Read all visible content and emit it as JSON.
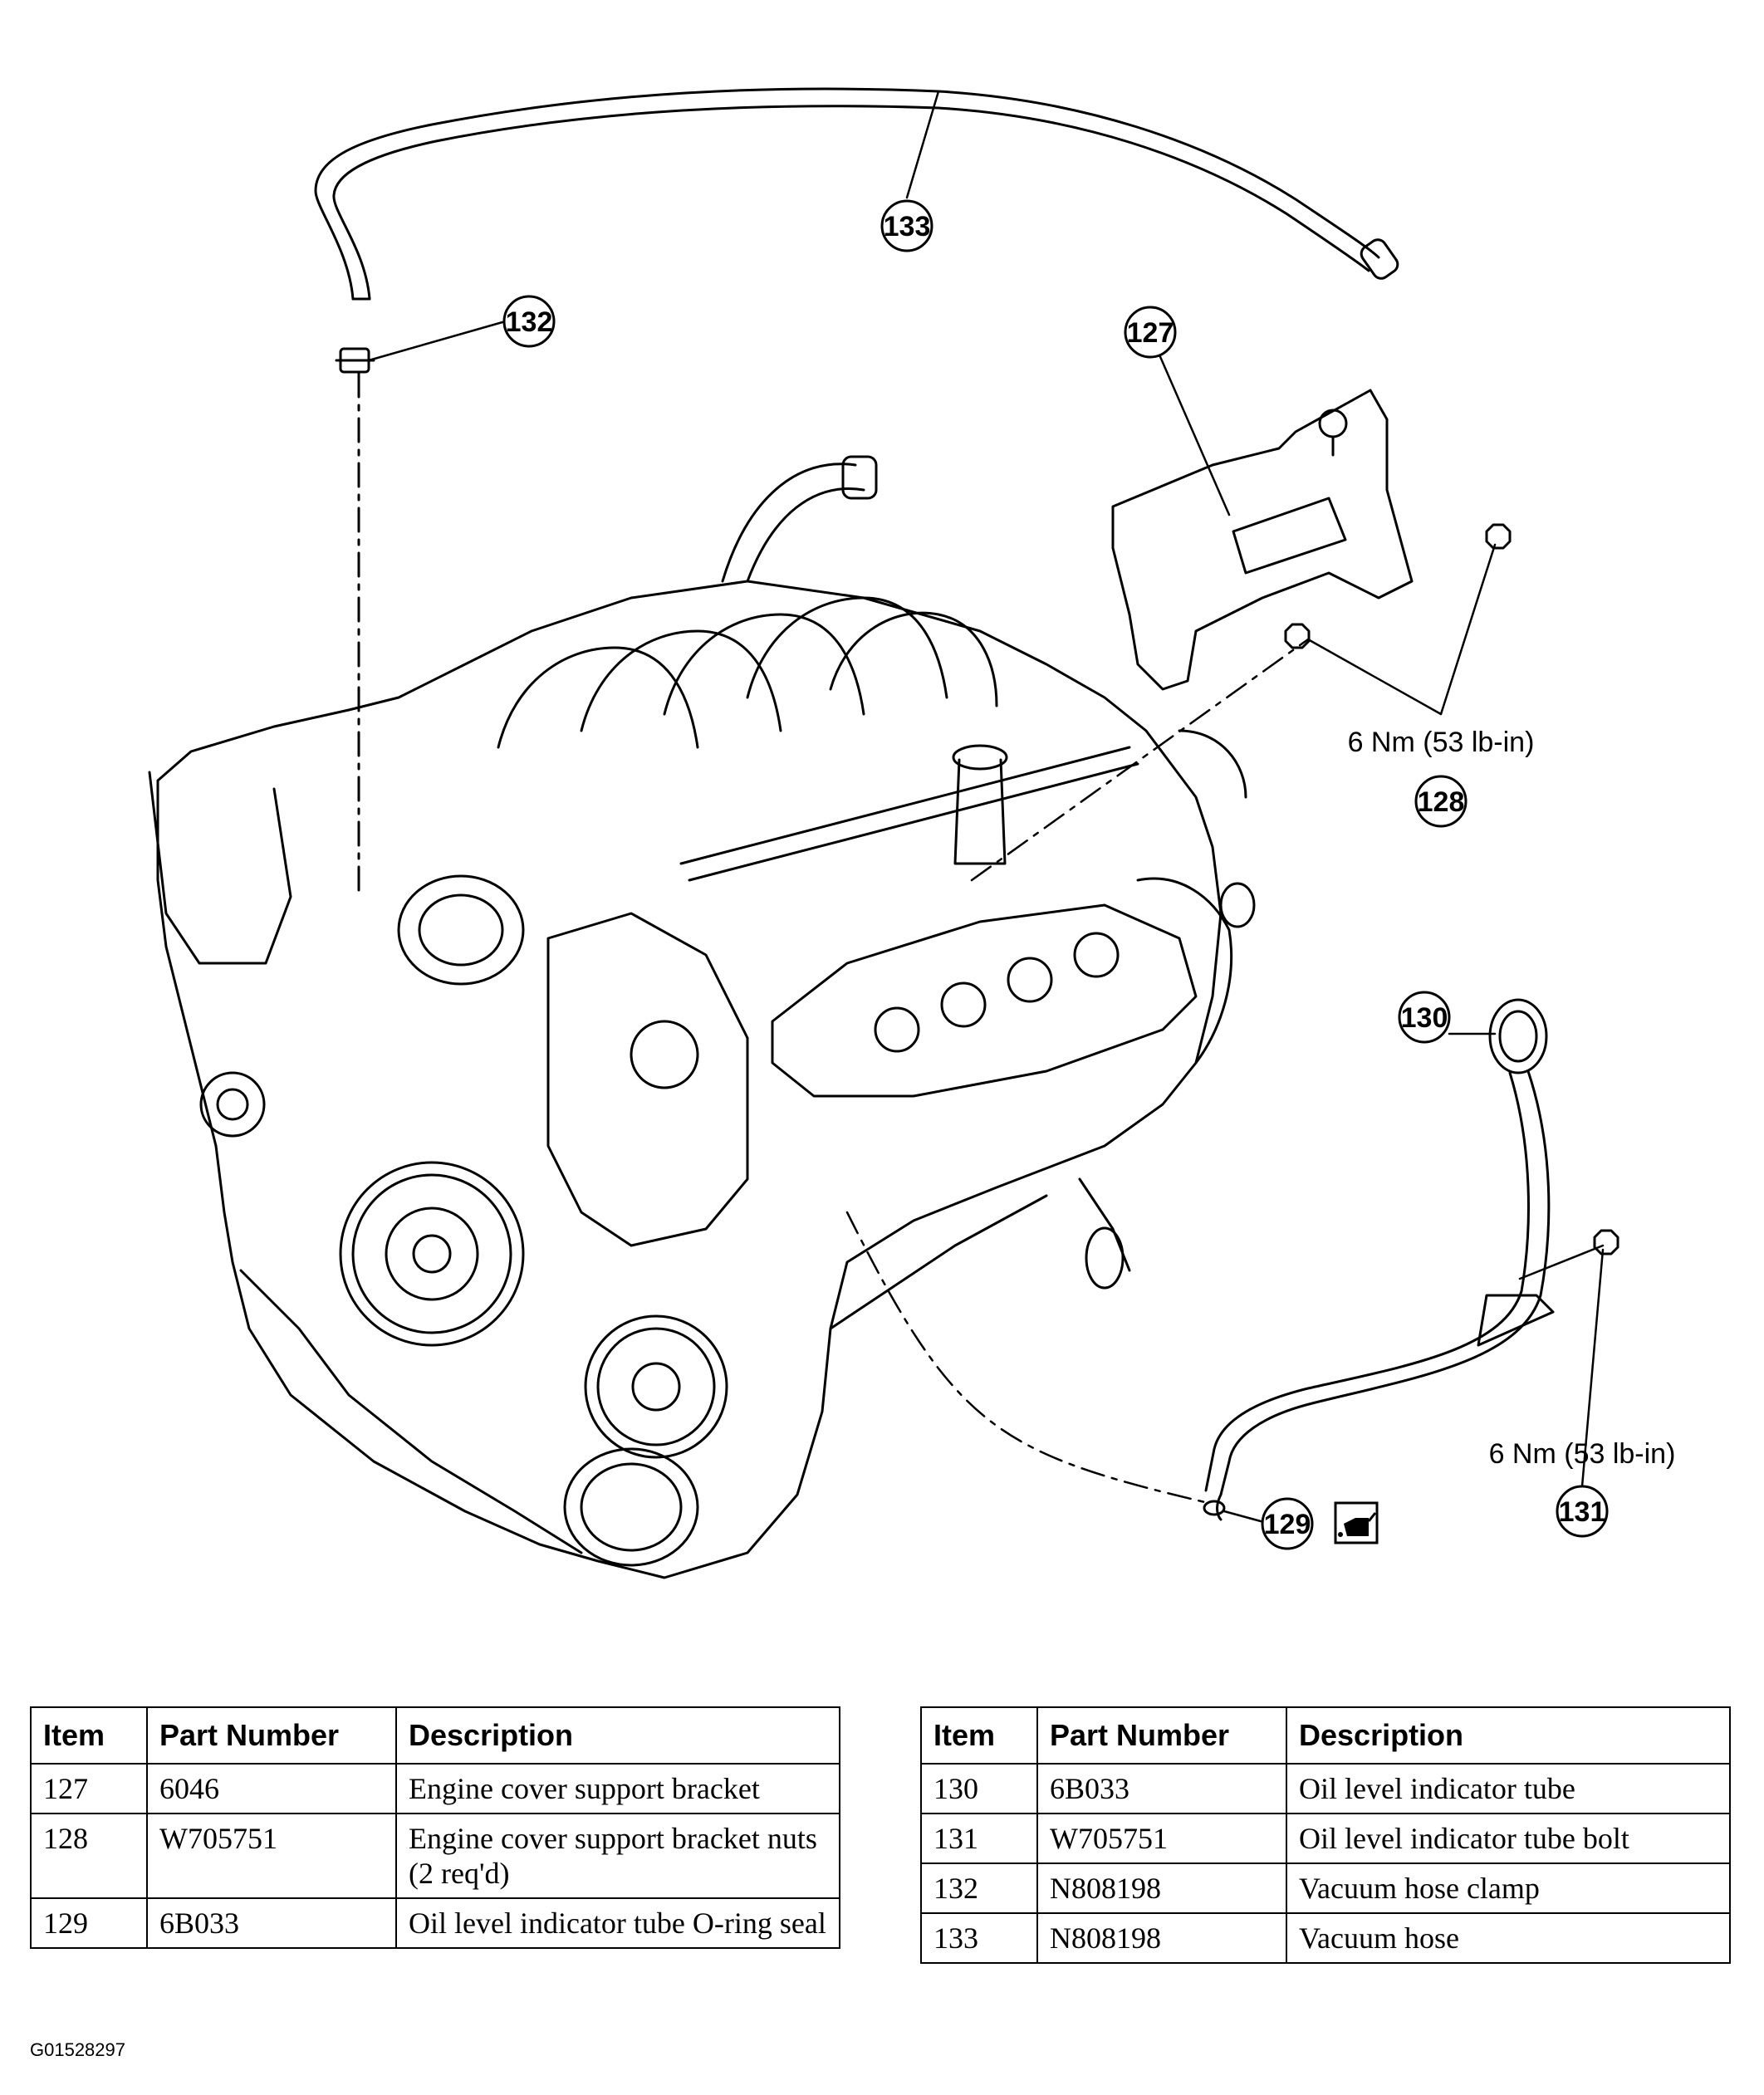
{
  "callouts": {
    "c127": "127",
    "c128": "128",
    "c129": "129",
    "c130": "130",
    "c131": "131",
    "c132": "132",
    "c133": "133"
  },
  "torque": {
    "t128": "6 Nm (53 lb-in)",
    "t131": "6 Nm (53 lb-in)"
  },
  "table_left": {
    "headers": [
      "Item",
      "Part Number",
      "Description"
    ],
    "rows": [
      [
        "127",
        "6046",
        "Engine cover support bracket"
      ],
      [
        "128",
        "W705751",
        "Engine cover support bracket nuts (2 req'd)"
      ],
      [
        "129",
        "6B033",
        "Oil level indicator tube O-ring seal"
      ]
    ]
  },
  "table_right": {
    "headers": [
      "Item",
      "Part Number",
      "Description"
    ],
    "rows": [
      [
        "130",
        "6B033",
        "Oil level indicator tube"
      ],
      [
        "131",
        "W705751",
        "Oil level indicator tube bolt"
      ],
      [
        "132",
        "N808198",
        "Vacuum hose clamp"
      ],
      [
        "133",
        "N808198",
        "Vacuum hose"
      ]
    ]
  },
  "figure_id": "G01528297",
  "icons": [
    "oil-can-icon"
  ]
}
